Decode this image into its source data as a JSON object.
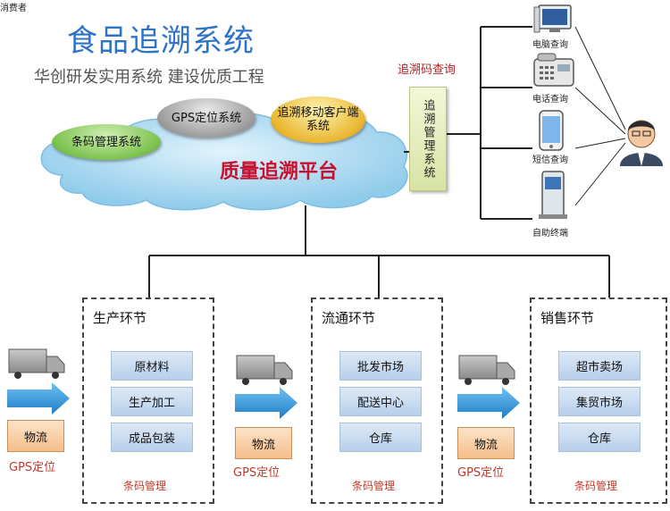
{
  "title": "食品追溯系统",
  "subtitle": "华创研发实用系统 建设优质工程",
  "platform": {
    "cloud_label": "质量追溯平台",
    "modules": {
      "barcode": "条码管理系统",
      "gps": "GPS定位系统",
      "mobile": "追溯移动客户端系统"
    }
  },
  "query": {
    "label": "追溯码查询",
    "system": "追溯管理系统"
  },
  "devices": [
    {
      "label": "电脑查询",
      "icon": "computer-icon"
    },
    {
      "label": "电话查询",
      "icon": "telephone-icon"
    },
    {
      "label": "短信查询",
      "icon": "smartphone-icon"
    },
    {
      "label": "自助终端",
      "icon": "kiosk-icon"
    }
  ],
  "consumer": {
    "label": "消费者",
    "icon": "consumer-icon"
  },
  "stages": [
    {
      "title": "生产环节",
      "steps": [
        "原材料",
        "生产加工",
        "成品包装"
      ],
      "footer": "条码管理"
    },
    {
      "title": "流通环节",
      "steps": [
        "批发市场",
        "配送中心",
        "仓库"
      ],
      "footer": "条码管理"
    },
    {
      "title": "销售环节",
      "steps": [
        "超市卖场",
        "集贸市场",
        "仓库"
      ],
      "footer": "条码管理"
    }
  ],
  "logistics": [
    {
      "label": "物流",
      "gps": "GPS定位",
      "icon": "truck-icon"
    },
    {
      "label": "物流",
      "gps": "GPS定位",
      "icon": "truck-icon"
    },
    {
      "label": "物流",
      "gps": "GPS定位",
      "icon": "truck-icon"
    }
  ],
  "colors": {
    "title": "#2e74c6",
    "cloud": "#a9d6ef",
    "accent_red": "#c8102e",
    "arrow": "#2a8fd6"
  }
}
